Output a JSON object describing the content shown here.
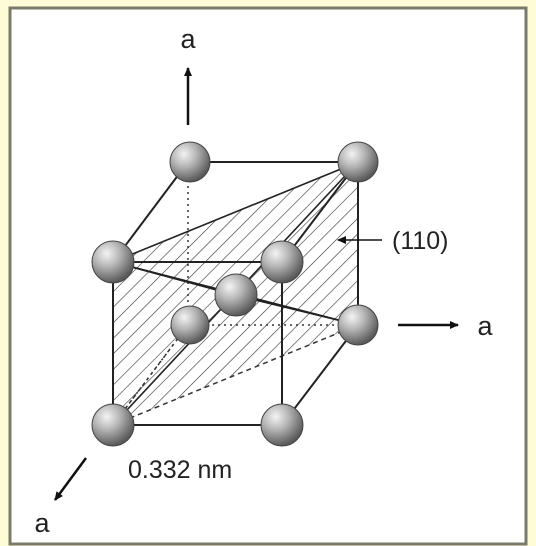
{
  "labels": {
    "axis_up": "a",
    "axis_right": "a",
    "axis_diag": "a",
    "plane": "(110)",
    "lattice_constant": "0.332 nm"
  },
  "colors": {
    "page_background": "#fdfcd6",
    "frame_border": "#7a7a6a",
    "panel_background": "#ffffff",
    "line": "#222222",
    "atom": "#9a9a9a"
  }
}
